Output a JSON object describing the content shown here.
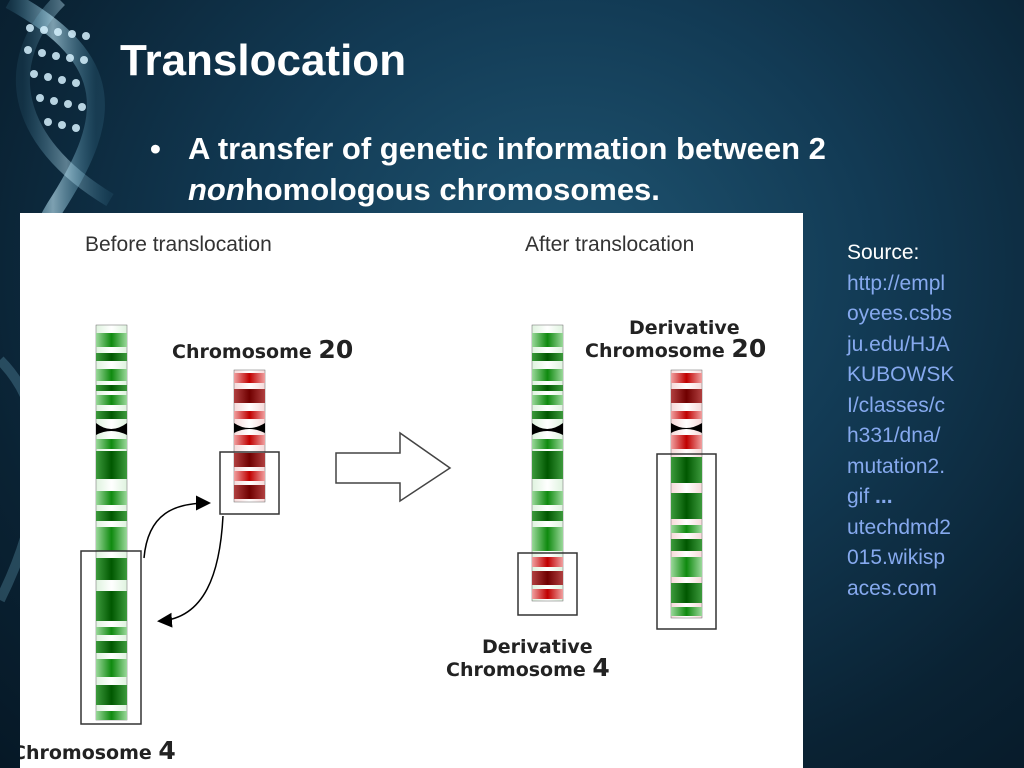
{
  "slide": {
    "title": "Translocation",
    "bullet_symbol": "•",
    "bullet_italic": "non",
    "bullet_line1": "A transfer of genetic information between 2",
    "bullet_line2_rest": "homologous chromosomes."
  },
  "figure": {
    "before_label": "Before translocation",
    "after_label": "After translocation",
    "chromosome20_label": "Chromosome",
    "chromosome20_num": "20",
    "chromosome4_label": "Chromosome",
    "chromosome4_num": "4",
    "derivative20_line1": "Derivative",
    "derivative20_line2": "Chromosome",
    "derivative20_num": "20",
    "derivative4_line1": "Derivative",
    "derivative4_line2": "Chromosome",
    "derivative4_num": "4"
  },
  "source": {
    "label": "Source:",
    "url_lines": [
      "http://empl",
      "oyees.csbs",
      "ju.edu/HJA",
      "KUBOWSK",
      "I/classes/c",
      "h331/dna/",
      "mutation2.",
      "gif"
    ],
    "ellipsis": "...",
    "url2_lines": [
      "utechdmd2",
      "015.wikisp",
      "aces.com"
    ]
  },
  "colors": {
    "green_band": "#0a7a0a",
    "red_band": "#b30000",
    "link": "#86a9ee"
  }
}
